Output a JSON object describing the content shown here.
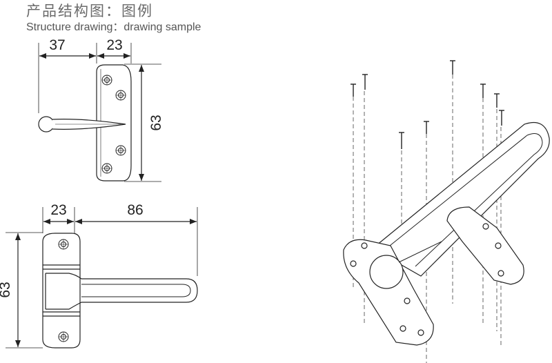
{
  "title": {
    "cn": "产品结构图：图例",
    "en": "Structure drawing：drawing sample"
  },
  "top_view": {
    "dim_left": "37",
    "dim_right": "23",
    "dim_height": "63"
  },
  "bottom_view": {
    "dim_left": "23",
    "dim_right": "86",
    "dim_height": "63"
  },
  "colors": {
    "line": "#222222",
    "dash": "#555555",
    "title_text": "#6a6a6a"
  }
}
